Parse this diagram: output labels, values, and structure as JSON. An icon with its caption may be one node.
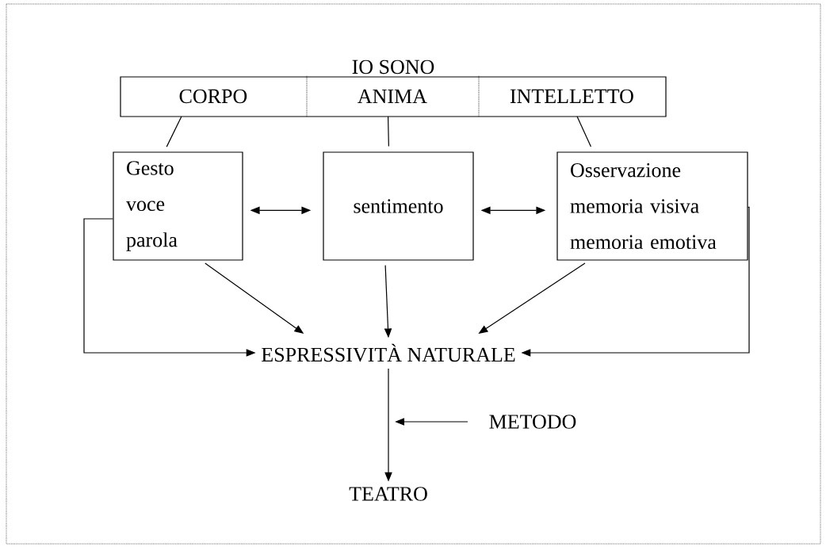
{
  "diagram": {
    "nodes": [
      {
        "text": [
          "IO SONO"
        ]
      },
      {
        "text": [
          "CORPO"
        ],
        "in": 0
      },
      {
        "text": [
          "ANIMA"
        ],
        "in": 0
      },
      {
        "text": [
          "INTELLETTO"
        ],
        "in": 0
      },
      {
        "text": [
          "Gesto",
          "voce",
          "parola"
        ]
      },
      {
        "text": [
          "sentimento"
        ]
      },
      {
        "text": [
          "Osservazione",
          "memoria visiva",
          "memoria emotiva"
        ]
      },
      {
        "text": [
          "ESPRESSIVITÀ NATURALE"
        ]
      },
      {
        "text": [
          "METODO"
        ]
      },
      {
        "text": [
          "TEATRO"
        ]
      }
    ],
    "edges": [
      {
        "from": 1,
        "to": 4,
        "arrow": "none"
      },
      {
        "from": 2,
        "to": 5,
        "arrow": "none"
      },
      {
        "from": 3,
        "to": 6,
        "arrow": "none"
      },
      {
        "from": 4,
        "to": 5,
        "arrow": "both"
      },
      {
        "from": 5,
        "to": 6,
        "arrow": "both"
      },
      {
        "from": 4,
        "to": 7,
        "arrow": "to"
      },
      {
        "from": 5,
        "to": 7,
        "arrow": "to"
      },
      {
        "from": 6,
        "to": 7,
        "arrow": "to"
      },
      {
        "from": 4,
        "to": 7,
        "arrow": "to"
      },
      {
        "from": 6,
        "to": 7,
        "arrow": "to"
      },
      {
        "from": 7,
        "to": 9,
        "arrow": "to"
      },
      {
        "from": 8,
        "to": null,
        "arrow": "to"
      }
    ]
  }
}
